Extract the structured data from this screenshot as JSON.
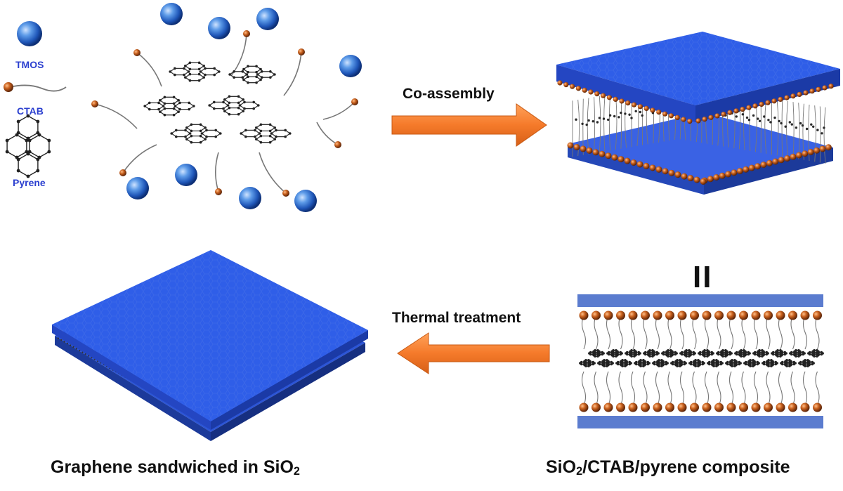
{
  "legend": {
    "tmos": "TMOS",
    "ctab": "CTAB",
    "pyrene": "Pyrene"
  },
  "arrows": {
    "co_assembly": "Co-assembly",
    "thermal_treatment": "Thermal treatment"
  },
  "equals_symbol": "II",
  "captions": {
    "graphene_prefix": "Graphene sandwiched in SiO",
    "graphene_sub": "2",
    "composite_prefix": "SiO",
    "composite_sub": "2",
    "composite_suffix": "/CTAB/pyrene composite"
  },
  "colors": {
    "silica_blue": "#2f5ee8",
    "silica_edge": "#1b3ba8",
    "slab_light": "#5b7ccf",
    "arrow_orange": "#f57a2a",
    "head_orange": "#b8561a",
    "legend_text": "#2b3fcf"
  }
}
